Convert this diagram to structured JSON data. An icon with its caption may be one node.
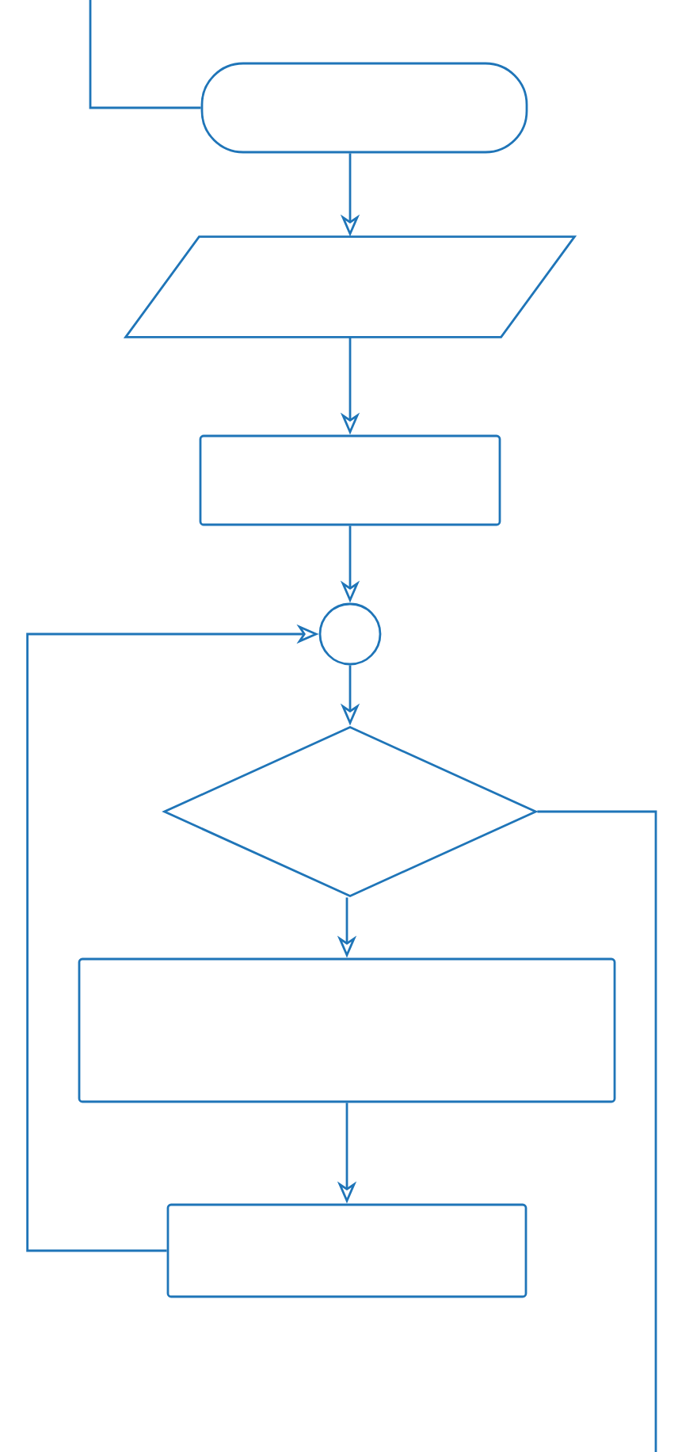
{
  "diagram": {
    "nodes": [
      {
        "text": [],
        "shape": "capsule"
      },
      {
        "text": [],
        "shape": "parallelogram"
      },
      {
        "text": [],
        "shape": "box"
      },
      {
        "text": [],
        "shape": "circle"
      },
      {
        "text": [],
        "shape": "diamond"
      },
      {
        "text": [],
        "shape": "box"
      },
      {
        "text": [],
        "shape": "box"
      }
    ],
    "edges": [
      {
        "from": null,
        "to": 0,
        "arrow": "none"
      },
      {
        "from": 0,
        "to": 1,
        "arrow": "to"
      },
      {
        "from": 1,
        "to": 2,
        "arrow": "to"
      },
      {
        "from": 2,
        "to": 3,
        "arrow": "to"
      },
      {
        "from": 3,
        "to": 4,
        "arrow": "to"
      },
      {
        "from": 4,
        "to": 5,
        "arrow": "to"
      },
      {
        "from": 5,
        "to": 6,
        "arrow": "to"
      },
      {
        "from": 6,
        "to": 3,
        "arrow": "to"
      },
      {
        "from": 4,
        "to": null,
        "arrow": "none"
      }
    ]
  }
}
